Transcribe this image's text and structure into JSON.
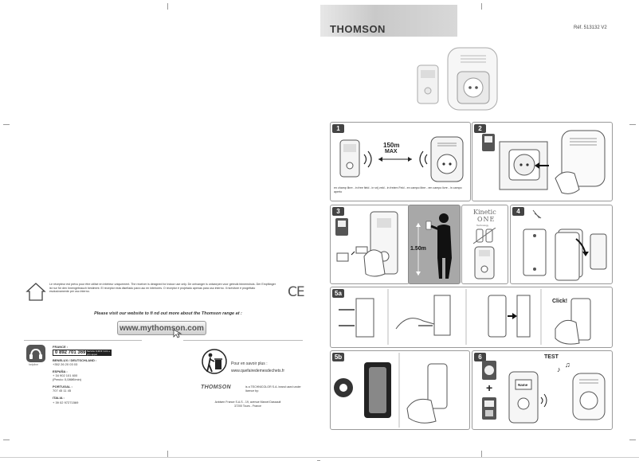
{
  "header": {
    "brand": "THOMSON",
    "ref": "Réf. 513132 V2"
  },
  "panels": {
    "p1": {
      "step": "1",
      "distance": "150m",
      "distance_label": "MAX",
      "caption": "en champ libre - in free field - in vrij veld - in freiem Feld - en campo libre - em campo livre - in campo aperto"
    },
    "p2": {
      "step": "2"
    },
    "p3": {
      "step": "3",
      "height": "1.50m"
    },
    "kinetic": {
      "title": "Kinetic",
      "subtitle": "ONE",
      "tag": "Technology"
    },
    "p4": {
      "step": "4"
    },
    "p5a": {
      "step": "5a",
      "click": "Click!"
    },
    "p5b": {
      "step": "5b"
    },
    "p6": {
      "step": "6",
      "test": "TEST",
      "name_label": "Name",
      "plus": "+"
    }
  },
  "notice": {
    "text": "Le récepteur est prévu pour être utilisé en intérieur uniquement. The receiver is designed for indoor use only. De ontvanger is ontworpen voor gebruik binnenshuis. Der Empfänger ist nur für den Innengebrauch bestimmt. El receptor está diseñado para uso en interiores. O receptor é projetado apenas para uso interno. Il ricevitore è progettato esclusivamente per uso interno.",
    "ce": "CE"
  },
  "visit": {
    "text": "Please visit our website to fi nd out more about the Thomson range at :",
    "url": "www.mythomson.com"
  },
  "contact": {
    "icon_label": "helpline",
    "france_label": "FRANCE :",
    "france_number": "0 892 701 369",
    "france_tag": "Service 0,40 € / min + prix appel",
    "benelux_label": "BENELUX / DEUTSCHLAND :",
    "benelux_number": "+352 26 20 03 03",
    "espana_label": "ESPAÑA :",
    "espana_number": "+ 34 902 101 600",
    "espana_price": "(Precio: 0,086€/min)",
    "portugal_label": "PORTUGAL :",
    "portugal_number": "707 45 11 45",
    "italia_label": "ITALIA :",
    "italia_number": "+ 39 02 97271569"
  },
  "recycle": {
    "title": "Pour en savoir plus :",
    "url": "www.quefairedemesdechets.fr"
  },
  "license": {
    "brand": "THOMSON",
    "text": "is a TECHNICOLOR S.A. brand used under licence by:",
    "address1": "Avidsen France S.A.S - 19, avenue Marcel Dassault",
    "address2": "37200 Tours - France"
  }
}
